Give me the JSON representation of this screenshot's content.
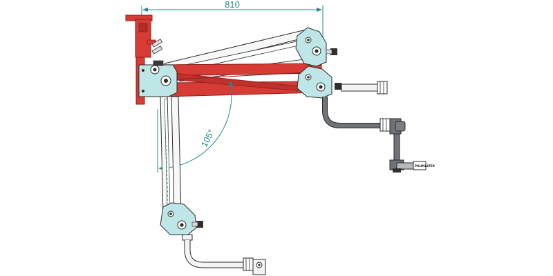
{
  "dimension": {
    "width_label": "810"
  },
  "angle": {
    "label": "105°"
  },
  "tool": {
    "brand": "POLIMASTER"
  },
  "colors": {
    "red_arm": "#d63c35",
    "red_dark": "#8e1e1a",
    "cyan_plate": "#bfe6e6",
    "cyan_line": "#1f8a8a",
    "steel": "#f2f2f2",
    "outline": "#2a2a2a",
    "tool_grey": "#6f7377"
  },
  "icons": [
    "knob-icon",
    "bolt-icon",
    "pivot-icon"
  ]
}
